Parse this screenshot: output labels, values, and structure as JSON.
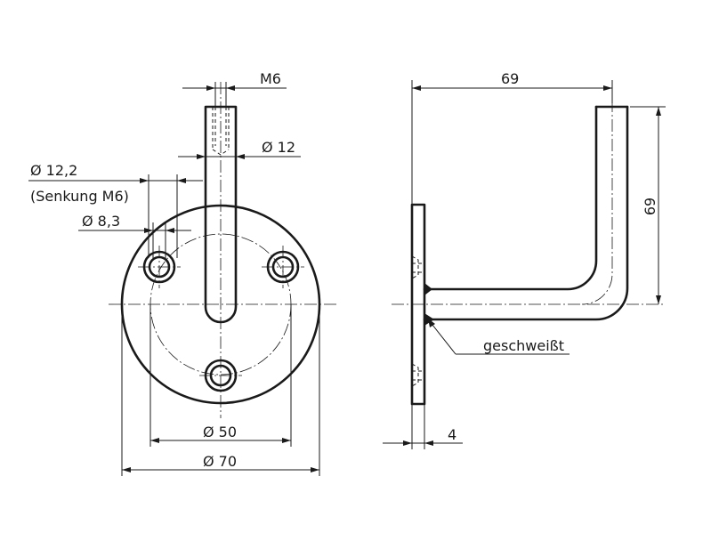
{
  "labels": {
    "thread": "M6",
    "dia_tube": "Ø 12",
    "dia_countersink": "Ø 12,2",
    "countersink_note": "(Senkung M6)",
    "dia_hole": "Ø 8,3",
    "dia_pitch": "Ø 50",
    "dia_plate": "Ø 70",
    "width": "69",
    "height": "69",
    "thickness": "4",
    "weld_note": "geschweißt"
  }
}
